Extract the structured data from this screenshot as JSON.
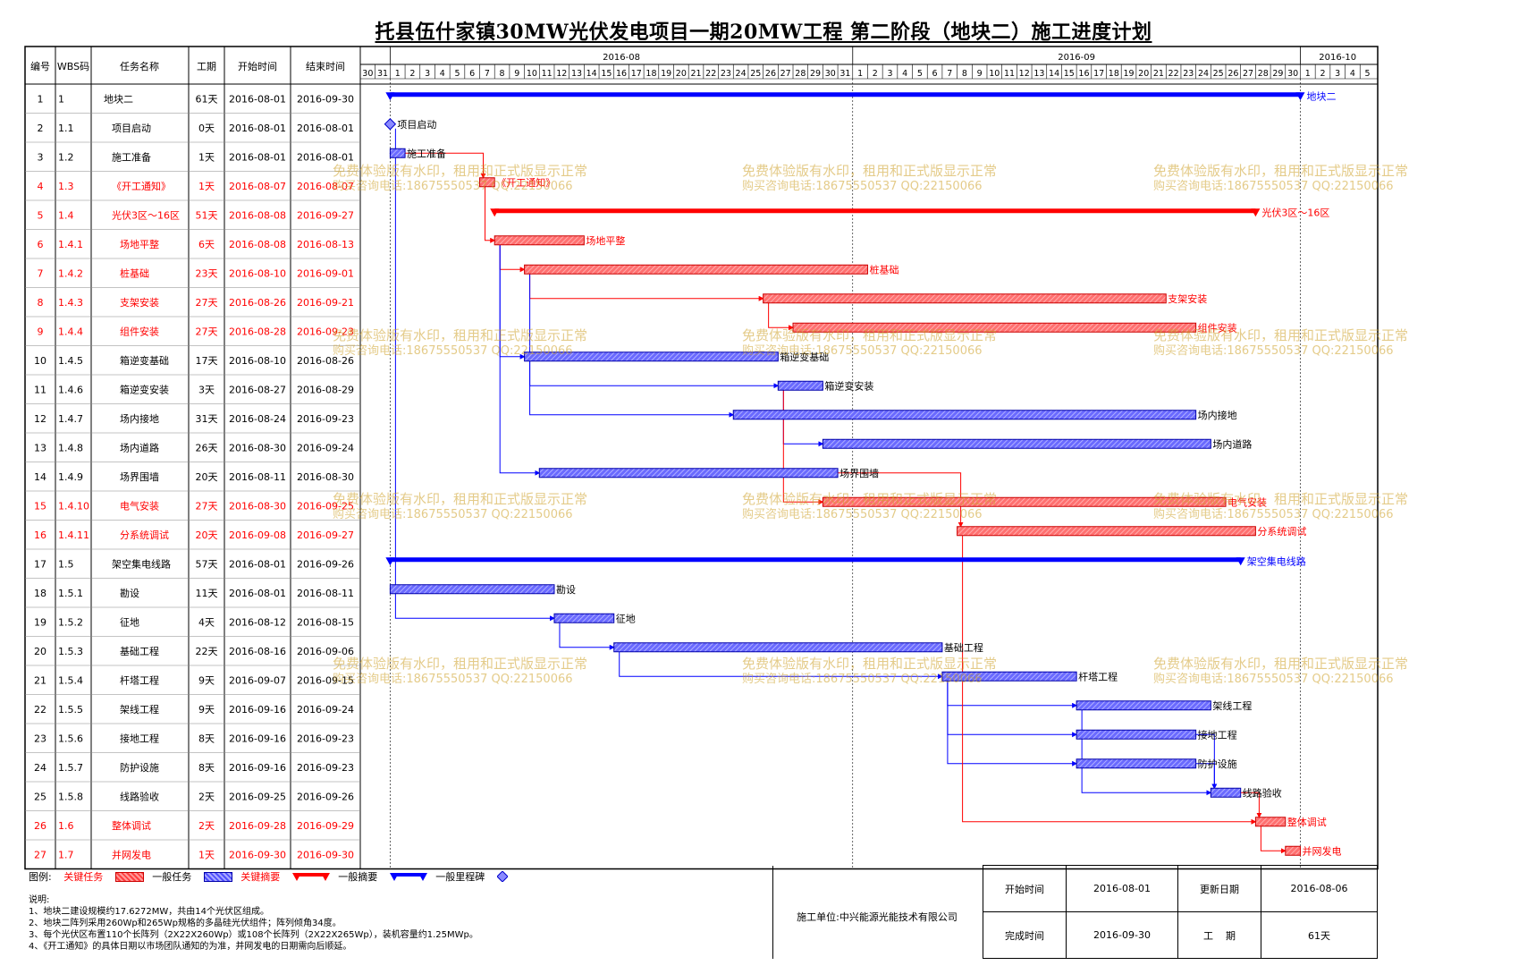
{
  "title": "托县伍什家镇30MW光伏发电项目一期20MW工程 第二阶段（地块二）施工进度计划",
  "headers": {
    "id": "编号",
    "wbs": "WBS码",
    "name": "任务名称",
    "duration": "工期",
    "start": "开始时间",
    "end": "结束时间"
  },
  "months": [
    "2016-08",
    "2016-09",
    "2016-10"
  ],
  "days": [
    "30",
    "31",
    "1",
    "2",
    "3",
    "4",
    "5",
    "6",
    "7",
    "8",
    "9",
    "10",
    "11",
    "12",
    "13",
    "14",
    "15",
    "16",
    "17",
    "18",
    "19",
    "20",
    "21",
    "22",
    "23",
    "24",
    "25",
    "26",
    "27",
    "28",
    "29",
    "30",
    "31",
    "1",
    "2",
    "3",
    "4",
    "5",
    "6",
    "7",
    "8",
    "9",
    "10",
    "11",
    "12",
    "13",
    "14",
    "15",
    "16",
    "17",
    "18",
    "19",
    "20",
    "21",
    "22",
    "23",
    "24",
    "25",
    "26",
    "27",
    "28",
    "29",
    "30",
    "1",
    "2",
    "3",
    "4",
    "5"
  ],
  "colors": {
    "critical": "#ff0000",
    "normal": "#0000ff",
    "critical_fill": "#ff6a6a",
    "normal_fill": "#7b7bff",
    "watermark": "#c8a030"
  },
  "tasks": [
    {
      "id": "1",
      "wbs": "1",
      "name": "地块二",
      "duration": "61天",
      "start": "2016-08-01",
      "end": "2016-09-30",
      "kind": "summary",
      "critical": false,
      "s": 1,
      "f": 61,
      "indent": 0,
      "label": "地块二",
      "preds": []
    },
    {
      "id": "2",
      "wbs": "1.1",
      "name": "项目启动",
      "duration": "0天",
      "start": "2016-08-01",
      "end": "2016-08-01",
      "kind": "milestone",
      "critical": false,
      "s": 1,
      "f": 1,
      "indent": 1,
      "label": "项目启动",
      "preds": []
    },
    {
      "id": "3",
      "wbs": "1.2",
      "name": "施工准备",
      "duration": "1天",
      "start": "2016-08-01",
      "end": "2016-08-01",
      "kind": "task",
      "critical": false,
      "s": 1,
      "f": 1,
      "indent": 1,
      "label": "施工准备",
      "preds": [
        1
      ]
    },
    {
      "id": "4",
      "wbs": "1.3",
      "name": "《开工通知》",
      "duration": "1天",
      "start": "2016-08-07",
      "end": "2016-08-07",
      "kind": "task",
      "critical": true,
      "s": 7,
      "f": 7,
      "indent": 1,
      "label": "《开工通知》",
      "preds": [
        2
      ]
    },
    {
      "id": "5",
      "wbs": "1.4",
      "name": "光伏3区～16区",
      "duration": "51天",
      "start": "2016-08-08",
      "end": "2016-09-27",
      "kind": "summary",
      "critical": true,
      "s": 8,
      "f": 58,
      "indent": 1,
      "label": "光伏3区～16区",
      "preds": []
    },
    {
      "id": "6",
      "wbs": "1.4.1",
      "name": "场地平整",
      "duration": "6天",
      "start": "2016-08-08",
      "end": "2016-08-13",
      "kind": "task",
      "critical": true,
      "s": 8,
      "f": 13,
      "indent": 2,
      "label": "场地平整",
      "preds": [
        3
      ]
    },
    {
      "id": "7",
      "wbs": "1.4.2",
      "name": "桩基础",
      "duration": "23天",
      "start": "2016-08-10",
      "end": "2016-09-01",
      "kind": "task",
      "critical": true,
      "s": 10,
      "f": 32,
      "indent": 2,
      "label": "桩基础",
      "preds": [
        5
      ]
    },
    {
      "id": "8",
      "wbs": "1.4.3",
      "name": "支架安装",
      "duration": "27天",
      "start": "2016-08-26",
      "end": "2016-09-21",
      "kind": "task",
      "critical": true,
      "s": 26,
      "f": 52,
      "indent": 2,
      "label": "支架安装",
      "preds": [
        6
      ]
    },
    {
      "id": "9",
      "wbs": "1.4.4",
      "name": "组件安装",
      "duration": "27天",
      "start": "2016-08-28",
      "end": "2016-09-23",
      "kind": "task",
      "critical": true,
      "s": 28,
      "f": 54,
      "indent": 2,
      "label": "组件安装",
      "preds": [
        7
      ]
    },
    {
      "id": "10",
      "wbs": "1.4.5",
      "name": "箱逆变基础",
      "duration": "17天",
      "start": "2016-08-10",
      "end": "2016-08-26",
      "kind": "task",
      "critical": false,
      "s": 10,
      "f": 26,
      "indent": 2,
      "label": "箱逆变基础",
      "preds": [
        5
      ]
    },
    {
      "id": "11",
      "wbs": "1.4.6",
      "name": "箱逆变安装",
      "duration": "3天",
      "start": "2016-08-27",
      "end": "2016-08-29",
      "kind": "task",
      "critical": false,
      "s": 27,
      "f": 29,
      "indent": 2,
      "label": "箱逆变安装",
      "preds": [
        9
      ]
    },
    {
      "id": "12",
      "wbs": "1.4.7",
      "name": "场内接地",
      "duration": "31天",
      "start": "2016-08-24",
      "end": "2016-09-23",
      "kind": "task",
      "critical": false,
      "s": 24,
      "f": 54,
      "indent": 2,
      "label": "场内接地",
      "preds": [
        6
      ]
    },
    {
      "id": "13",
      "wbs": "1.4.8",
      "name": "场内道路",
      "duration": "26天",
      "start": "2016-08-30",
      "end": "2016-09-24",
      "kind": "task",
      "critical": false,
      "s": 30,
      "f": 55,
      "indent": 2,
      "label": "场内道路",
      "preds": [
        10
      ]
    },
    {
      "id": "14",
      "wbs": "1.4.9",
      "name": "场界围墙",
      "duration": "20天",
      "start": "2016-08-11",
      "end": "2016-08-30",
      "kind": "task",
      "critical": false,
      "s": 11,
      "f": 30,
      "indent": 2,
      "label": "场界围墙",
      "preds": [
        5
      ]
    },
    {
      "id": "15",
      "wbs": "1.4.10",
      "name": "电气安装",
      "duration": "27天",
      "start": "2016-08-30",
      "end": "2016-09-25",
      "kind": "task",
      "critical": true,
      "s": 30,
      "f": 56,
      "indent": 2,
      "label": "电气安装",
      "preds": [
        10
      ]
    },
    {
      "id": "16",
      "wbs": "1.4.11",
      "name": "分系统调试",
      "duration": "20天",
      "start": "2016-09-08",
      "end": "2016-09-27",
      "kind": "task",
      "critical": true,
      "s": 39,
      "f": 58,
      "indent": 2,
      "label": "分系统调试",
      "preds": [
        13
      ]
    },
    {
      "id": "17",
      "wbs": "1.5",
      "name": "架空集电线路",
      "duration": "57天",
      "start": "2016-08-01",
      "end": "2016-09-26",
      "kind": "summary",
      "critical": false,
      "s": 1,
      "f": 57,
      "indent": 1,
      "label": "架空集电线路",
      "preds": []
    },
    {
      "id": "18",
      "wbs": "1.5.1",
      "name": "勘设",
      "duration": "11天",
      "start": "2016-08-01",
      "end": "2016-08-11",
      "kind": "task",
      "critical": false,
      "s": 1,
      "f": 11,
      "indent": 2,
      "label": "勘设",
      "preds": [
        2
      ]
    },
    {
      "id": "19",
      "wbs": "1.5.2",
      "name": "征地",
      "duration": "4天",
      "start": "2016-08-12",
      "end": "2016-08-15",
      "kind": "task",
      "critical": false,
      "s": 12,
      "f": 15,
      "indent": 2,
      "label": "征地",
      "preds": [
        17
      ]
    },
    {
      "id": "20",
      "wbs": "1.5.3",
      "name": "基础工程",
      "duration": "22天",
      "start": "2016-08-16",
      "end": "2016-09-06",
      "kind": "task",
      "critical": false,
      "s": 16,
      "f": 37,
      "indent": 2,
      "label": "基础工程",
      "preds": [
        18
      ]
    },
    {
      "id": "21",
      "wbs": "1.5.4",
      "name": "杆塔工程",
      "duration": "9天",
      "start": "2016-09-07",
      "end": "2016-09-15",
      "kind": "task",
      "critical": false,
      "s": 38,
      "f": 46,
      "indent": 2,
      "label": "杆塔工程",
      "preds": [
        19
      ]
    },
    {
      "id": "22",
      "wbs": "1.5.5",
      "name": "架线工程",
      "duration": "9天",
      "start": "2016-09-16",
      "end": "2016-09-24",
      "kind": "task",
      "critical": false,
      "s": 47,
      "f": 55,
      "indent": 2,
      "label": "架线工程",
      "preds": [
        20
      ]
    },
    {
      "id": "23",
      "wbs": "1.5.6",
      "name": "接地工程",
      "duration": "8天",
      "start": "2016-09-16",
      "end": "2016-09-23",
      "kind": "task",
      "critical": false,
      "s": 47,
      "f": 54,
      "indent": 2,
      "label": "接地工程",
      "preds": [
        20
      ]
    },
    {
      "id": "24",
      "wbs": "1.5.7",
      "name": "防护设施",
      "duration": "8天",
      "start": "2016-09-16",
      "end": "2016-09-23",
      "kind": "task",
      "critical": false,
      "s": 47,
      "f": 54,
      "indent": 2,
      "label": "防护设施",
      "preds": [
        20
      ]
    },
    {
      "id": "25",
      "wbs": "1.5.8",
      "name": "线路验收",
      "duration": "2天",
      "start": "2016-09-25",
      "end": "2016-09-26",
      "kind": "task",
      "critical": false,
      "s": 56,
      "f": 57,
      "indent": 2,
      "label": "线路验收",
      "preds": [
        21,
        22,
        23
      ]
    },
    {
      "id": "26",
      "wbs": "1.6",
      "name": "整体调试",
      "duration": "2天",
      "start": "2016-09-28",
      "end": "2016-09-29",
      "kind": "task",
      "critical": true,
      "s": 59,
      "f": 60,
      "indent": 1,
      "label": "整体调试",
      "preds": [
        15,
        24
      ]
    },
    {
      "id": "27",
      "wbs": "1.7",
      "name": "并网发电",
      "duration": "1天",
      "start": "2016-09-30",
      "end": "2016-09-30",
      "kind": "task",
      "critical": true,
      "s": 61,
      "f": 61,
      "indent": 1,
      "label": "并网发电",
      "preds": [
        25
      ]
    }
  ],
  "legend": {
    "label": "图例:",
    "critical_task": "关键任务",
    "normal_task": "一般任务",
    "critical_summary": "关键摘要",
    "normal_summary": "一般摘要",
    "milestone": "一般里程碑"
  },
  "notes": [
    "说明:",
    "1、地块二建设规模约17.6272MW，共由14个光伏区组成。",
    "2、地块二阵列采用260Wp和265Wp规格的多晶硅光伏组件；阵列倾角34度。",
    "3、每个光伏区布置110个长阵列（2X22X260Wp）或108个长阵列（2X22X265Wp），装机容量约1.25MWp。",
    "4、《开工通知》的具体日期以市场团队通知的为准，并网发电的日期需向后顺延。"
  ],
  "info": {
    "company": "施工单位:中兴能源光能技术有限公司",
    "start_label": "开始时间",
    "start_value": "2016-08-01",
    "update_label": "更新日期",
    "update_value": "2016-08-06",
    "finish_label": "完成时间",
    "finish_value": "2016-09-30",
    "period_label": "工    期",
    "period_value": "61天"
  },
  "watermark": {
    "line1": "免费体验版有水印，租用和正式版显示正常",
    "line2": "购买咨询电话:18675550537 QQ:22150066"
  }
}
